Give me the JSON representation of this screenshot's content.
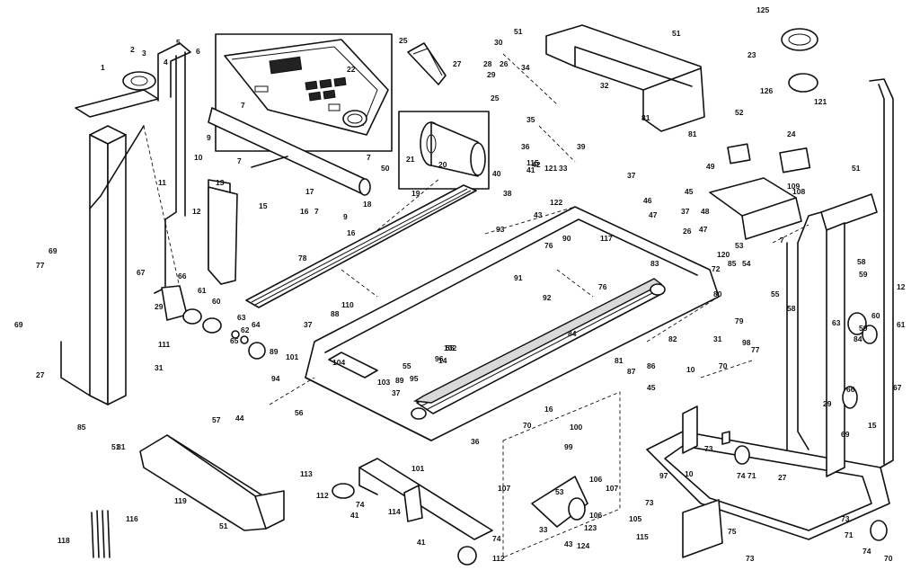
{
  "diagram": {
    "callouts": {
      "1": "1",
      "2": "2",
      "3": "3",
      "4": "4",
      "5": "5",
      "6": "6",
      "7": "7",
      "9": "9",
      "10": "10",
      "11": "11",
      "12": "12",
      "13": "13",
      "14": "14",
      "15": "15",
      "16": "16",
      "17": "17",
      "18": "18",
      "19": "19",
      "20": "20",
      "21": "21",
      "22": "22",
      "23": "23",
      "24": "24",
      "25": "25",
      "26": "26",
      "27": "27",
      "28": "28",
      "29": "29",
      "30": "30",
      "31": "31",
      "32": "32",
      "33": "33",
      "34": "34",
      "35": "35",
      "36": "36",
      "37": "37",
      "38": "38",
      "39": "39",
      "40": "40",
      "41": "41",
      "42": "42",
      "43": "43",
      "44": "44",
      "45": "45",
      "46": "46",
      "47": "47",
      "48": "48",
      "49": "49",
      "50": "50",
      "51": "51",
      "52": "52",
      "53": "53",
      "54": "54",
      "55": "55",
      "56": "56",
      "57": "57",
      "58": "58",
      "59": "59",
      "60": "60",
      "61": "61",
      "62": "62",
      "63": "63",
      "64": "64",
      "65": "65",
      "66": "66",
      "67": "67",
      "68": "68",
      "69": "69",
      "70": "70",
      "71": "71",
      "72": "72",
      "73": "73",
      "74": "74",
      "75": "75",
      "76": "76",
      "77": "77",
      "78": "78",
      "79": "79",
      "80": "80",
      "81": "81",
      "82": "82",
      "83": "83",
      "84": "84",
      "85": "85",
      "86": "86",
      "87": "87",
      "88": "88",
      "89": "89",
      "90": "90",
      "91": "91",
      "92": "92",
      "93": "93",
      "94": "94",
      "95": "95",
      "96": "96",
      "97": "97",
      "98": "98",
      "99": "99",
      "100": "100",
      "101": "101",
      "102": "102",
      "103": "103",
      "104": "104",
      "105": "105",
      "106": "106",
      "107": "107",
      "108": "108",
      "109": "109",
      "110": "110",
      "111": "111",
      "112": "112",
      "113": "113",
      "114": "114",
      "115": "115",
      "116": "116",
      "117": "117",
      "118": "118",
      "119": "119",
      "120": "120",
      "121": "121",
      "122": "122",
      "123": "123",
      "124": "124",
      "125": "125",
      "126": "126"
    }
  }
}
